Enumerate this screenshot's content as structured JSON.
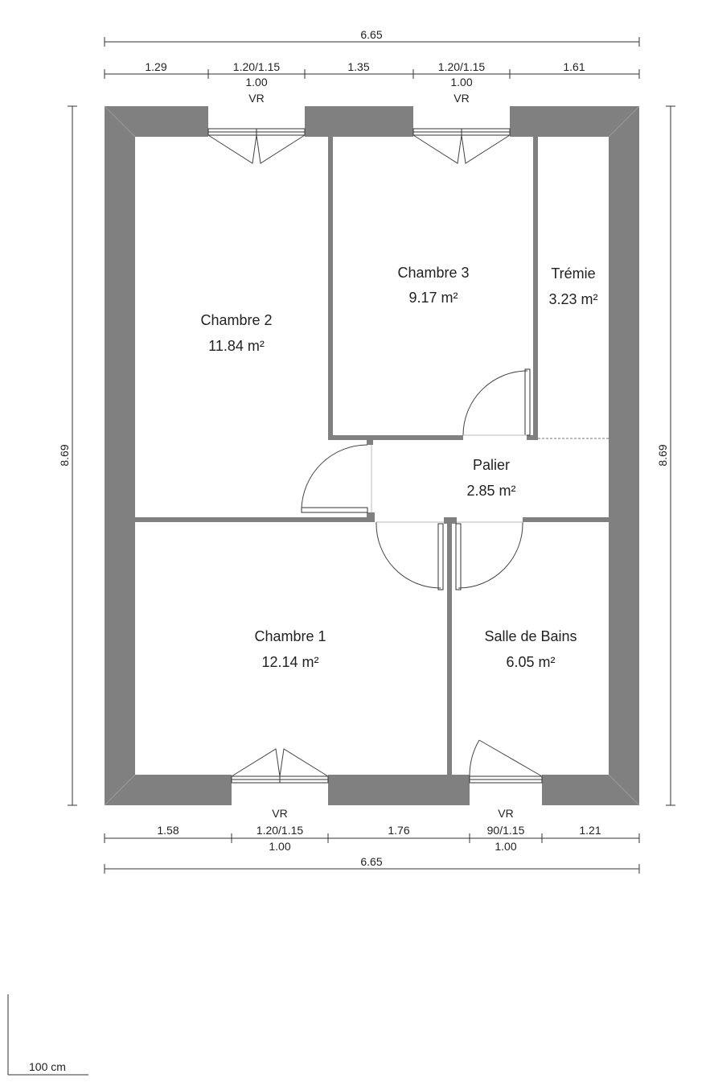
{
  "plan": {
    "rooms": [
      {
        "name": "Chambre 2",
        "area": "11.84 m²"
      },
      {
        "name": "Chambre 3",
        "area": "9.17 m²"
      },
      {
        "name": "Trémie",
        "area": "3.23 m²"
      },
      {
        "name": "Palier",
        "area": "2.85 m²"
      },
      {
        "name": "Chambre 1",
        "area": "12.14 m²"
      },
      {
        "name": "Salle de Bains",
        "area": "6.05 m²"
      }
    ],
    "top": {
      "overall": "6.65",
      "segments": [
        "1.29",
        "1.20/1.15",
        "1.35",
        "1.20/1.15",
        "1.61"
      ],
      "window_sub": [
        "1.00",
        "1.00"
      ],
      "window_type": [
        "VR",
        "VR"
      ]
    },
    "bottom": {
      "overall": "6.65",
      "segments": [
        "1.58",
        "1.20/1.15",
        "1.76",
        "90/1.15",
        "1.21"
      ],
      "window_sub": [
        "1.00",
        "1.00"
      ],
      "window_type": [
        "VR",
        "VR"
      ]
    },
    "left_height": "8.69",
    "right_height": "8.69",
    "scale_label": "100 cm"
  }
}
